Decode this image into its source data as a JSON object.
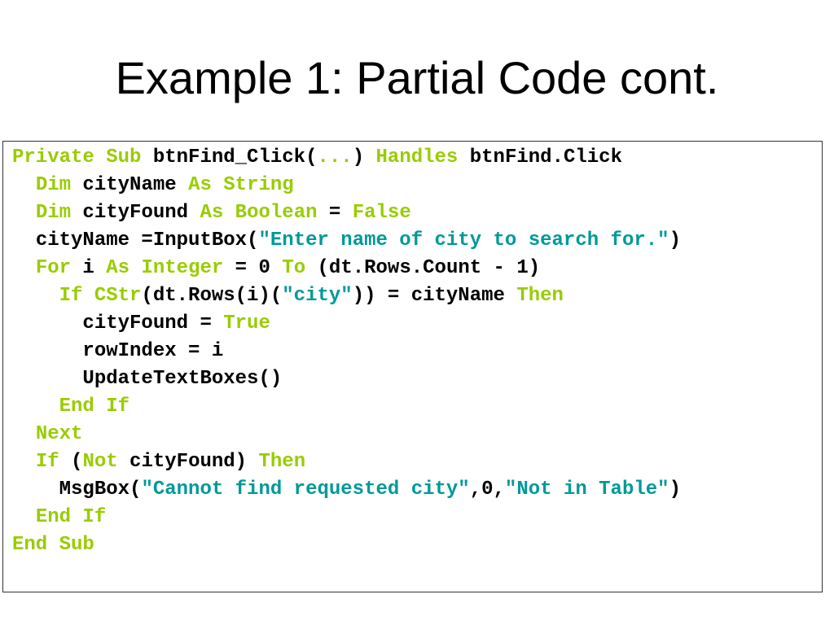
{
  "title": "Example 1: Partial Code cont.",
  "colors": {
    "keyword": "#99cc00",
    "identifier": "#000000",
    "string": "#009999"
  },
  "code_lines": [
    {
      "indent": 0,
      "tokens": [
        {
          "t": "Private Sub",
          "k": "kw"
        },
        {
          "t": " btnFind_Click(",
          "k": "id"
        },
        {
          "t": "...",
          "k": "kw"
        },
        {
          "t": ") ",
          "k": "id"
        },
        {
          "t": "Handles",
          "k": "kw"
        },
        {
          "t": " btnFind.Click",
          "k": "id"
        }
      ]
    },
    {
      "indent": 1,
      "tokens": [
        {
          "t": "Dim",
          "k": "kw"
        },
        {
          "t": " cityName ",
          "k": "id"
        },
        {
          "t": "As String",
          "k": "kw"
        }
      ]
    },
    {
      "indent": 1,
      "tokens": [
        {
          "t": "Dim",
          "k": "kw"
        },
        {
          "t": " cityFound ",
          "k": "id"
        },
        {
          "t": "As Boolean",
          "k": "kw"
        },
        {
          "t": " = ",
          "k": "id"
        },
        {
          "t": "False",
          "k": "kw"
        }
      ]
    },
    {
      "indent": 1,
      "tokens": [
        {
          "t": "cityName =InputBox(",
          "k": "id"
        },
        {
          "t": "\"Enter name of city to search for.\"",
          "k": "str"
        },
        {
          "t": ")",
          "k": "id"
        }
      ]
    },
    {
      "indent": 1,
      "tokens": [
        {
          "t": "For",
          "k": "kw"
        },
        {
          "t": " i ",
          "k": "id"
        },
        {
          "t": "As Integer",
          "k": "kw"
        },
        {
          "t": " = 0 ",
          "k": "id"
        },
        {
          "t": "To",
          "k": "kw"
        },
        {
          "t": " (dt.Rows.Count - 1)",
          "k": "id"
        }
      ]
    },
    {
      "indent": 2,
      "tokens": [
        {
          "t": "If CStr",
          "k": "kw"
        },
        {
          "t": "(dt.Rows(i)(",
          "k": "id"
        },
        {
          "t": "\"city\"",
          "k": "str"
        },
        {
          "t": ")) = cityName ",
          "k": "id"
        },
        {
          "t": "Then",
          "k": "kw"
        }
      ]
    },
    {
      "indent": 3,
      "tokens": [
        {
          "t": "cityFound = ",
          "k": "id"
        },
        {
          "t": "True",
          "k": "kw"
        }
      ]
    },
    {
      "indent": 3,
      "tokens": [
        {
          "t": "rowIndex = i",
          "k": "id"
        }
      ]
    },
    {
      "indent": 3,
      "tokens": [
        {
          "t": "UpdateTextBoxes()",
          "k": "id"
        }
      ]
    },
    {
      "indent": 2,
      "tokens": [
        {
          "t": "End If",
          "k": "kw"
        }
      ]
    },
    {
      "indent": 1,
      "tokens": [
        {
          "t": "Next",
          "k": "kw"
        }
      ]
    },
    {
      "indent": 1,
      "tokens": [
        {
          "t": "If",
          "k": "kw"
        },
        {
          "t": " (",
          "k": "id"
        },
        {
          "t": "Not",
          "k": "kw"
        },
        {
          "t": " cityFound) ",
          "k": "id"
        },
        {
          "t": "Then",
          "k": "kw"
        }
      ]
    },
    {
      "indent": 2,
      "tokens": [
        {
          "t": "MsgBox(",
          "k": "id"
        },
        {
          "t": "\"Cannot find requested city\"",
          "k": "str"
        },
        {
          "t": ",0,",
          "k": "id"
        },
        {
          "t": "\"Not in Table\"",
          "k": "str"
        },
        {
          "t": ")",
          "k": "id"
        }
      ]
    },
    {
      "indent": 1,
      "tokens": [
        {
          "t": "End If",
          "k": "kw"
        }
      ]
    },
    {
      "indent": 0,
      "tokens": [
        {
          "t": "End Sub",
          "k": "kw"
        }
      ]
    }
  ]
}
